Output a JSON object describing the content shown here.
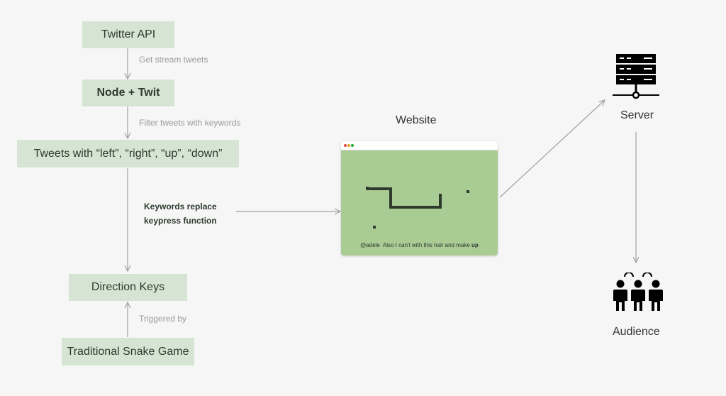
{
  "nodes": {
    "twitter_api": "Twitter API",
    "node_twit": "Node + Twit",
    "tweets_keywords": "Tweets with “left”,  “right”, “up”, “down”",
    "direction_keys": "Direction Keys",
    "snake_game": "Traditional Snake Game",
    "website": "Website",
    "server": "Server",
    "audience": "Audience"
  },
  "edges": {
    "get_stream": "Get stream tweets",
    "filter": "Filter tweets with keywords",
    "keywords_replace_line1": "Keywords replace",
    "keywords_replace_line2": "keypress function",
    "triggered_by": "Triggered by"
  },
  "website_preview": {
    "tweet_user": "@adele",
    "tweet_text": "Also I can't with this hair and make",
    "tweet_keyword": "up"
  },
  "icons": {
    "server": "server-rack-icon",
    "audience": "people-group-icon"
  },
  "colors": {
    "box_fill": "#d6e5d3",
    "game_background": "#a9cb94",
    "snake": "#2f3a2f",
    "arrow": "#a0a0a0"
  }
}
